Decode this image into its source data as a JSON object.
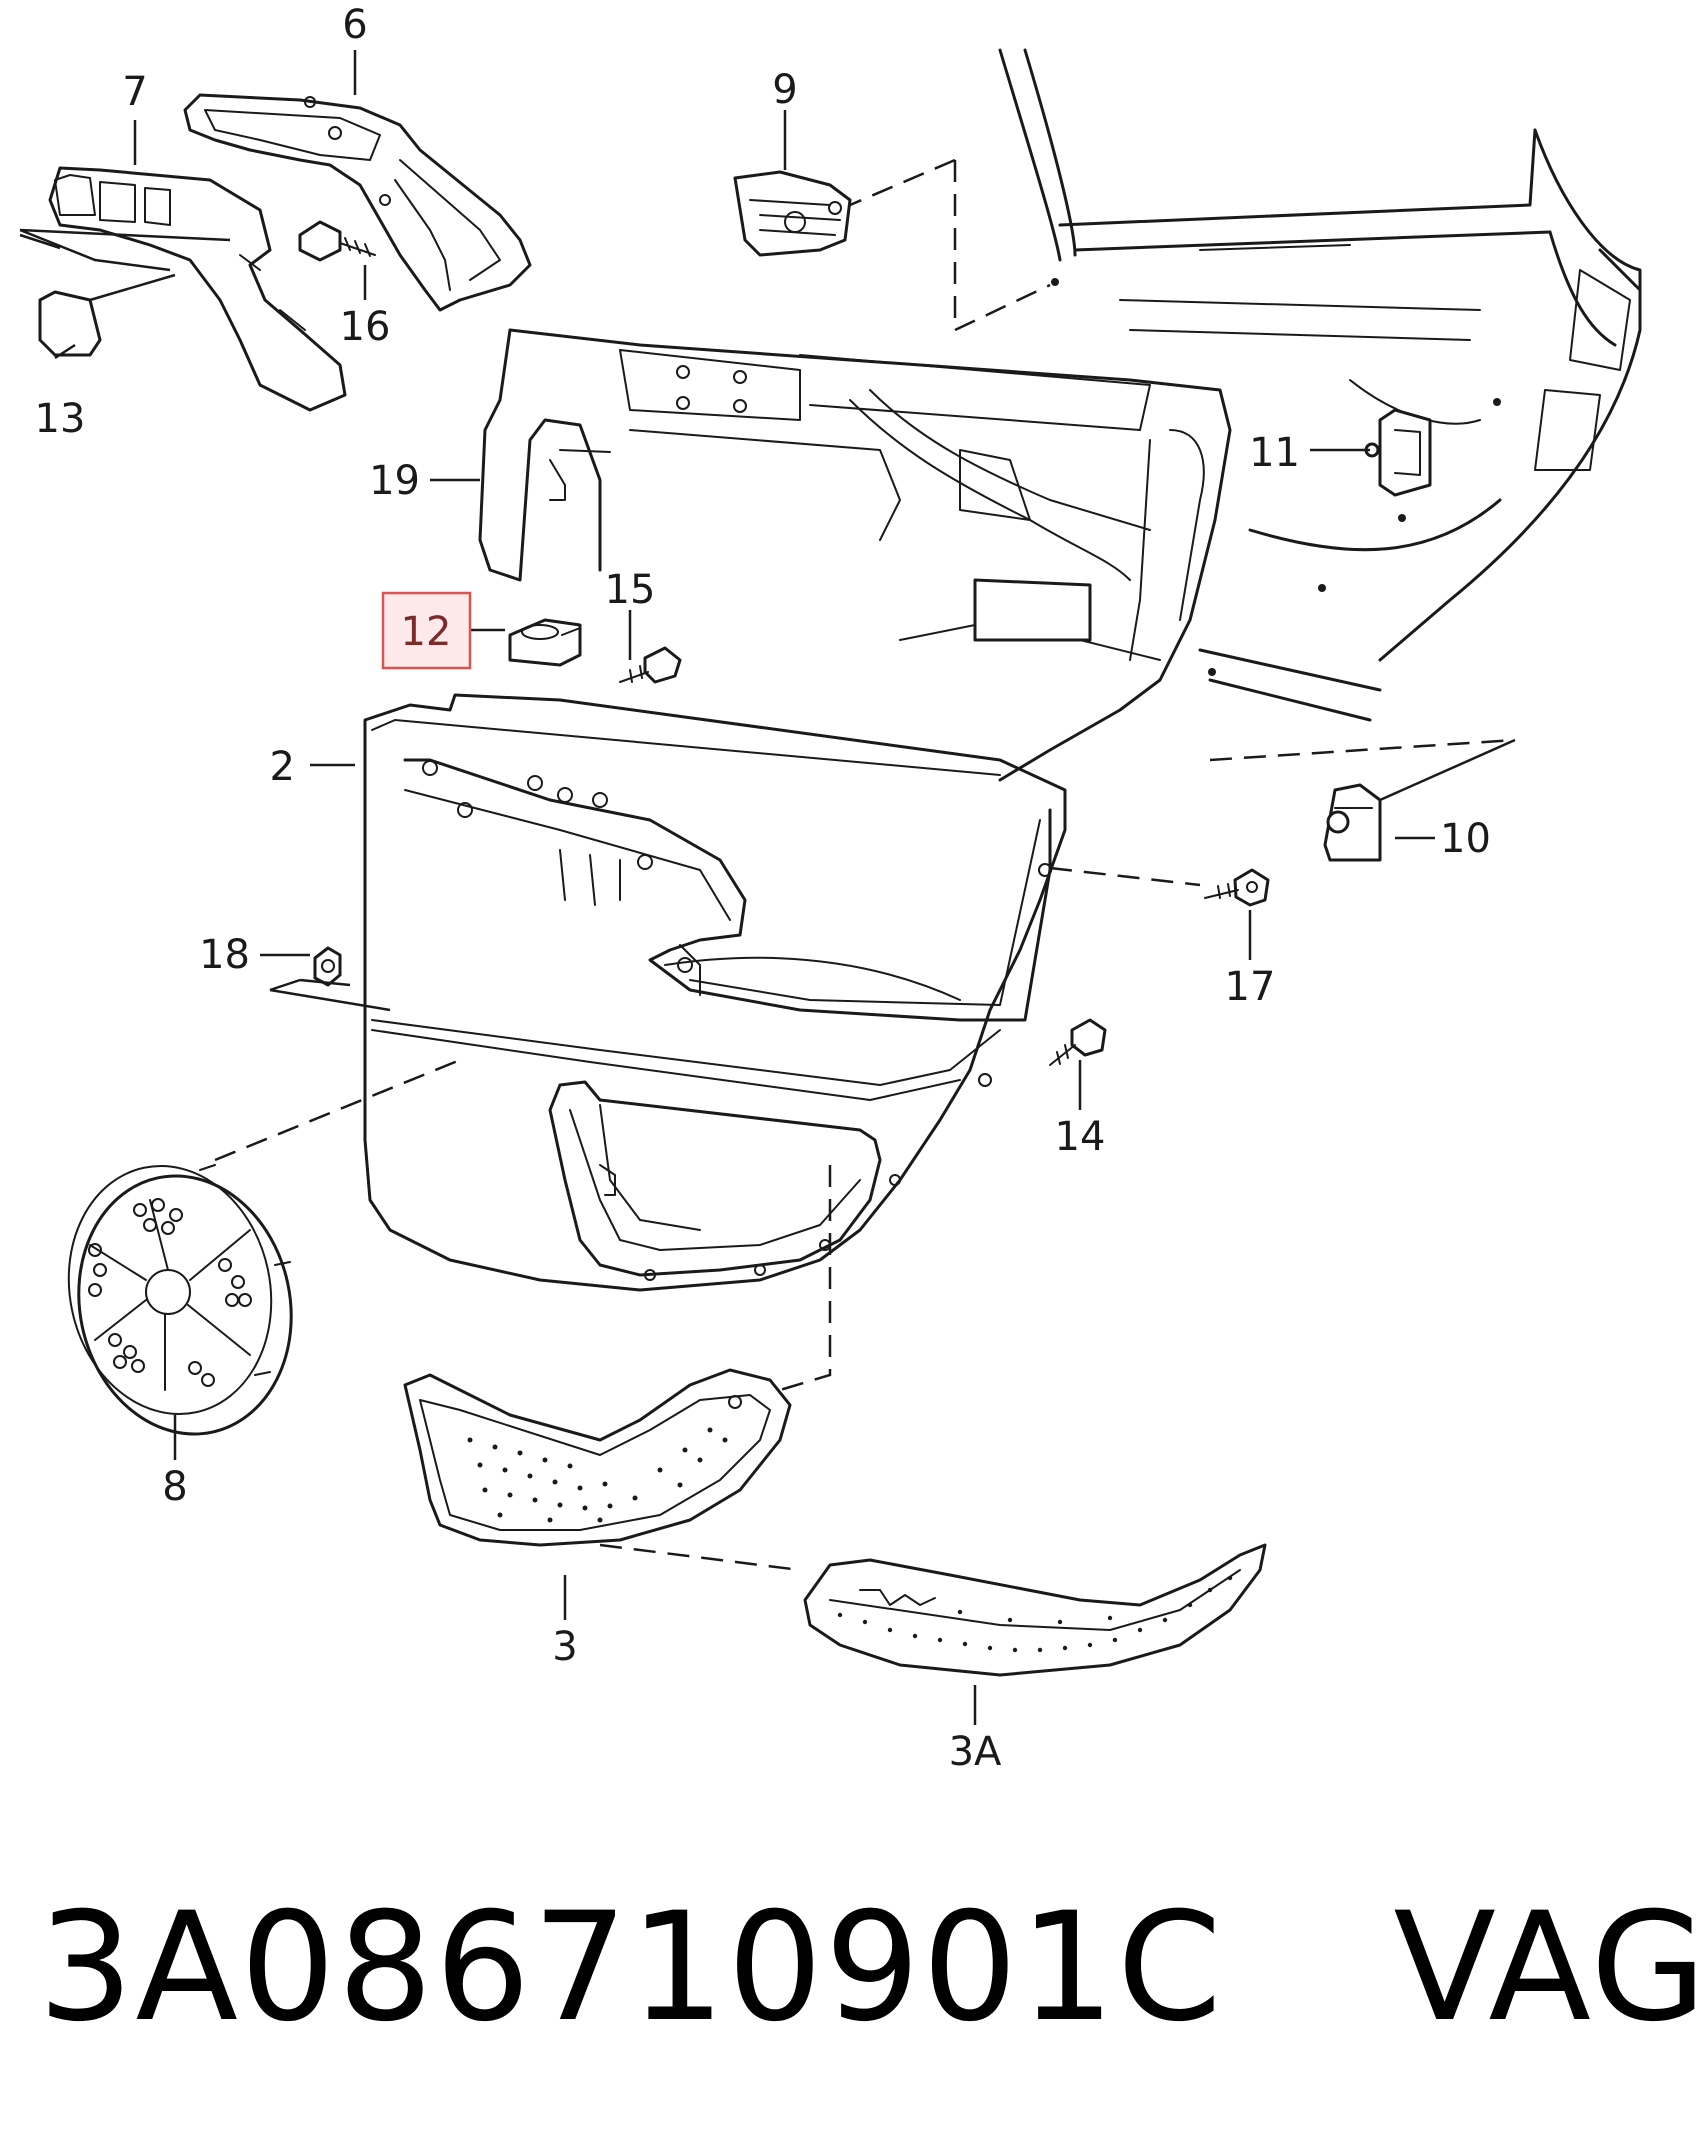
{
  "callouts": {
    "c6": "6",
    "c7": "7",
    "c9": "9",
    "c16": "16",
    "c13": "13",
    "c19": "19",
    "c11": "11",
    "c12": "12",
    "c15": "15",
    "c2": "2",
    "c10": "10",
    "c18": "18",
    "c17": "17",
    "c14": "14",
    "c8": "8",
    "c3": "3",
    "c3A": "3A"
  },
  "highlight": {
    "callout": "12",
    "color": "#d9534f",
    "fill": "#fde8ea"
  },
  "footer": {
    "part_number": "3A086710901C",
    "brand": "VAG"
  }
}
